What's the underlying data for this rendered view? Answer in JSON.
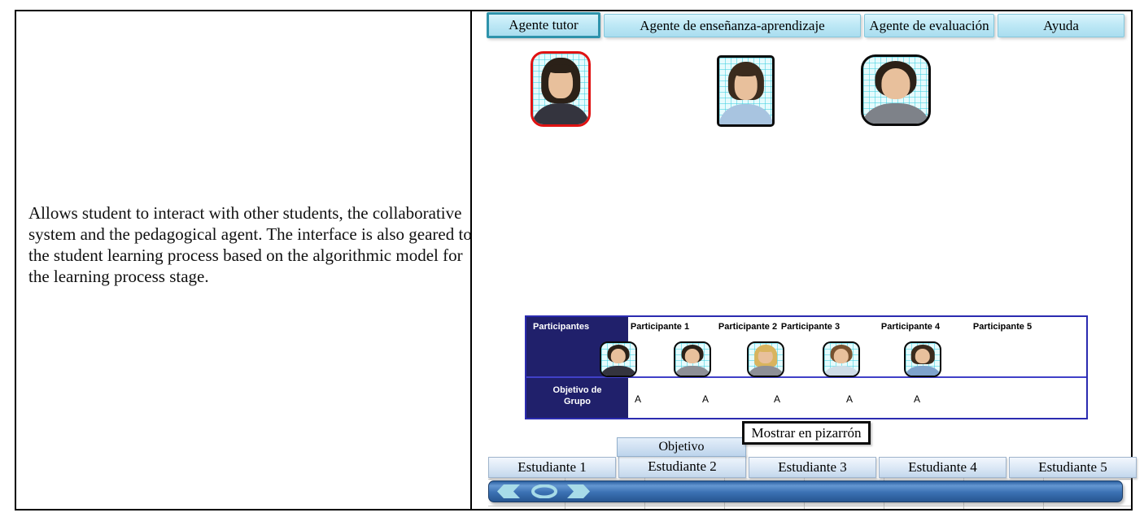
{
  "description": "Allows student to interact with other students, the collaborative system and the pedagogical agent. The interface is also geared to the student learning process based on the algorithmic model for the learning process stage.",
  "top_tabs": [
    {
      "label": "Agente tutor",
      "selected": true
    },
    {
      "label": "Agente de enseñanza-aprendizaje",
      "selected": false
    },
    {
      "label": "Agente de evaluación",
      "selected": false
    },
    {
      "label": "Ayuda",
      "selected": false
    }
  ],
  "agent_avatars": [
    {
      "name": "tutor-agent",
      "description": "female, dark bob hair, dark business suit, red highlighted border"
    },
    {
      "name": "teaching-learning-agent",
      "description": "female, shaggy dark hair, light blue top, black square border"
    },
    {
      "name": "evaluation-agent",
      "description": "male, short dark hair, gray suit, black rounded border"
    }
  ],
  "participants_table": {
    "corner_label": "Participantes",
    "column_headers": [
      "Participante 1",
      "Participante 2",
      "Participante 3",
      "Participante 4",
      "Participante 5"
    ],
    "participant_avatars": [
      {
        "description": "male, dark hair, dark suit"
      },
      {
        "description": "male, dark hair, gray jacket"
      },
      {
        "description": "female, blonde hair, gray top"
      },
      {
        "description": "male, brown hair, light shirt"
      },
      {
        "description": "female, dark hair, blue top"
      }
    ],
    "row_label": "Objetivo de Grupo",
    "row_values": [
      "A",
      "A",
      "A",
      "A",
      "A"
    ]
  },
  "tooltip_label": "Mostrar en pizarrón",
  "objetivo_tab_label": "Objetivo",
  "student_tabs": [
    {
      "label": "Estudiante 1"
    },
    {
      "label": "Estudiante 2",
      "active": true
    },
    {
      "label": "Estudiante 3"
    },
    {
      "label": "Estudiante 4"
    },
    {
      "label": "Estudiante 5"
    }
  ],
  "colors": {
    "selected_tab_border": "#2e93ab",
    "tab_fill": "#b9e6f5",
    "table_header_navy": "#20206b",
    "table_border": "#2b2bb0",
    "tutor_highlight_red": "#e01212",
    "scrollbar_blue": "#3b71b3",
    "scrollbar_arrow": "#a7dbe8"
  }
}
